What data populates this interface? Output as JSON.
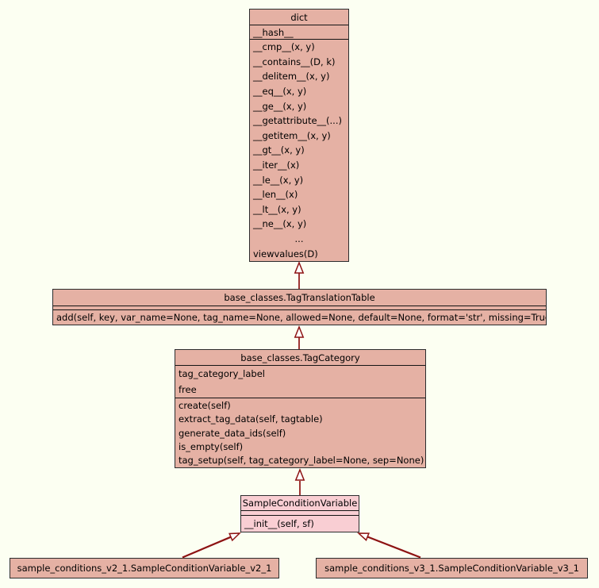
{
  "diagram": {
    "background_color": "#fcfff2",
    "class_fill_color": "#e5b1a4",
    "highlight_fill_color": "#f9ced3",
    "edge_color": "#8d1212",
    "classes": {
      "dict": {
        "title": "dict",
        "attributes": [
          "__hash__"
        ],
        "methods": [
          "__cmp__(x, y)",
          "__contains__(D, k)",
          "__delitem__(x, y)",
          "__eq__(x, y)",
          "__ge__(x, y)",
          "__getattribute__(...)",
          "__getitem__(x, y)",
          "__gt__(x, y)",
          "__iter__(x)",
          "__le__(x, y)",
          "__len__(x)",
          "__lt__(x, y)",
          "__ne__(x, y)",
          "...",
          "viewvalues(D)"
        ]
      },
      "tag_translation_table": {
        "title": "base_classes.TagTranslationTable",
        "attributes": [],
        "methods": [
          "add(self, key, var_name=None, tag_name=None, allowed=None, default=None, format='str', missing=True)"
        ]
      },
      "tag_category": {
        "title": "base_classes.TagCategory",
        "attributes": [
          "tag_category_label",
          "free"
        ],
        "methods": [
          "create(self)",
          "extract_tag_data(self, tagtable)",
          "generate_data_ids(self)",
          "is_empty(self)",
          "tag_setup(self, tag_category_label=None, sep=None)"
        ]
      },
      "sample_condition_variable": {
        "title": "SampleConditionVariable",
        "attributes": [],
        "methods": [
          "__init__(self, sf)"
        ]
      },
      "sample_condition_variable_v2_1": {
        "title": "sample_conditions_v2_1.SampleConditionVariable_v2_1"
      },
      "sample_condition_variable_v3_1": {
        "title": "sample_conditions_v3_1.SampleConditionVariable_v3_1"
      }
    }
  }
}
